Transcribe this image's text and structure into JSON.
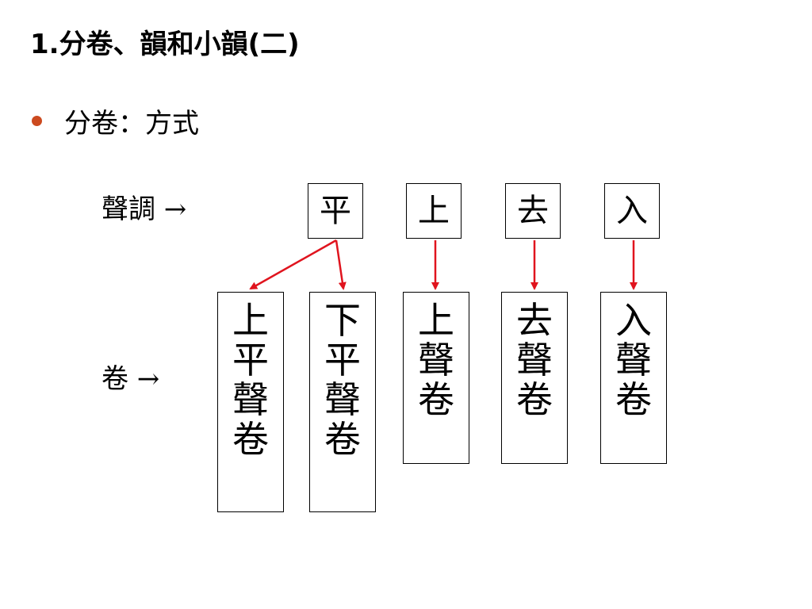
{
  "title": "1.分卷、韻和小韻(二)",
  "bullet": {
    "text": "分卷：方式",
    "color": "#cc4a1f"
  },
  "labels": {
    "tones_row": "聲調 →",
    "volumes_row": "卷 →"
  },
  "tones": [
    "平",
    "上",
    "去",
    "入"
  ],
  "volumes": [
    {
      "chars": [
        "上",
        "平",
        "聲",
        "卷"
      ]
    },
    {
      "chars": [
        "下",
        "平",
        "聲",
        "卷"
      ]
    },
    {
      "chars": [
        "上",
        "聲",
        "卷"
      ]
    },
    {
      "chars": [
        "去",
        "聲",
        "卷"
      ]
    },
    {
      "chars": [
        "入",
        "聲",
        "卷"
      ]
    }
  ],
  "arrow_color": "#e0141e"
}
